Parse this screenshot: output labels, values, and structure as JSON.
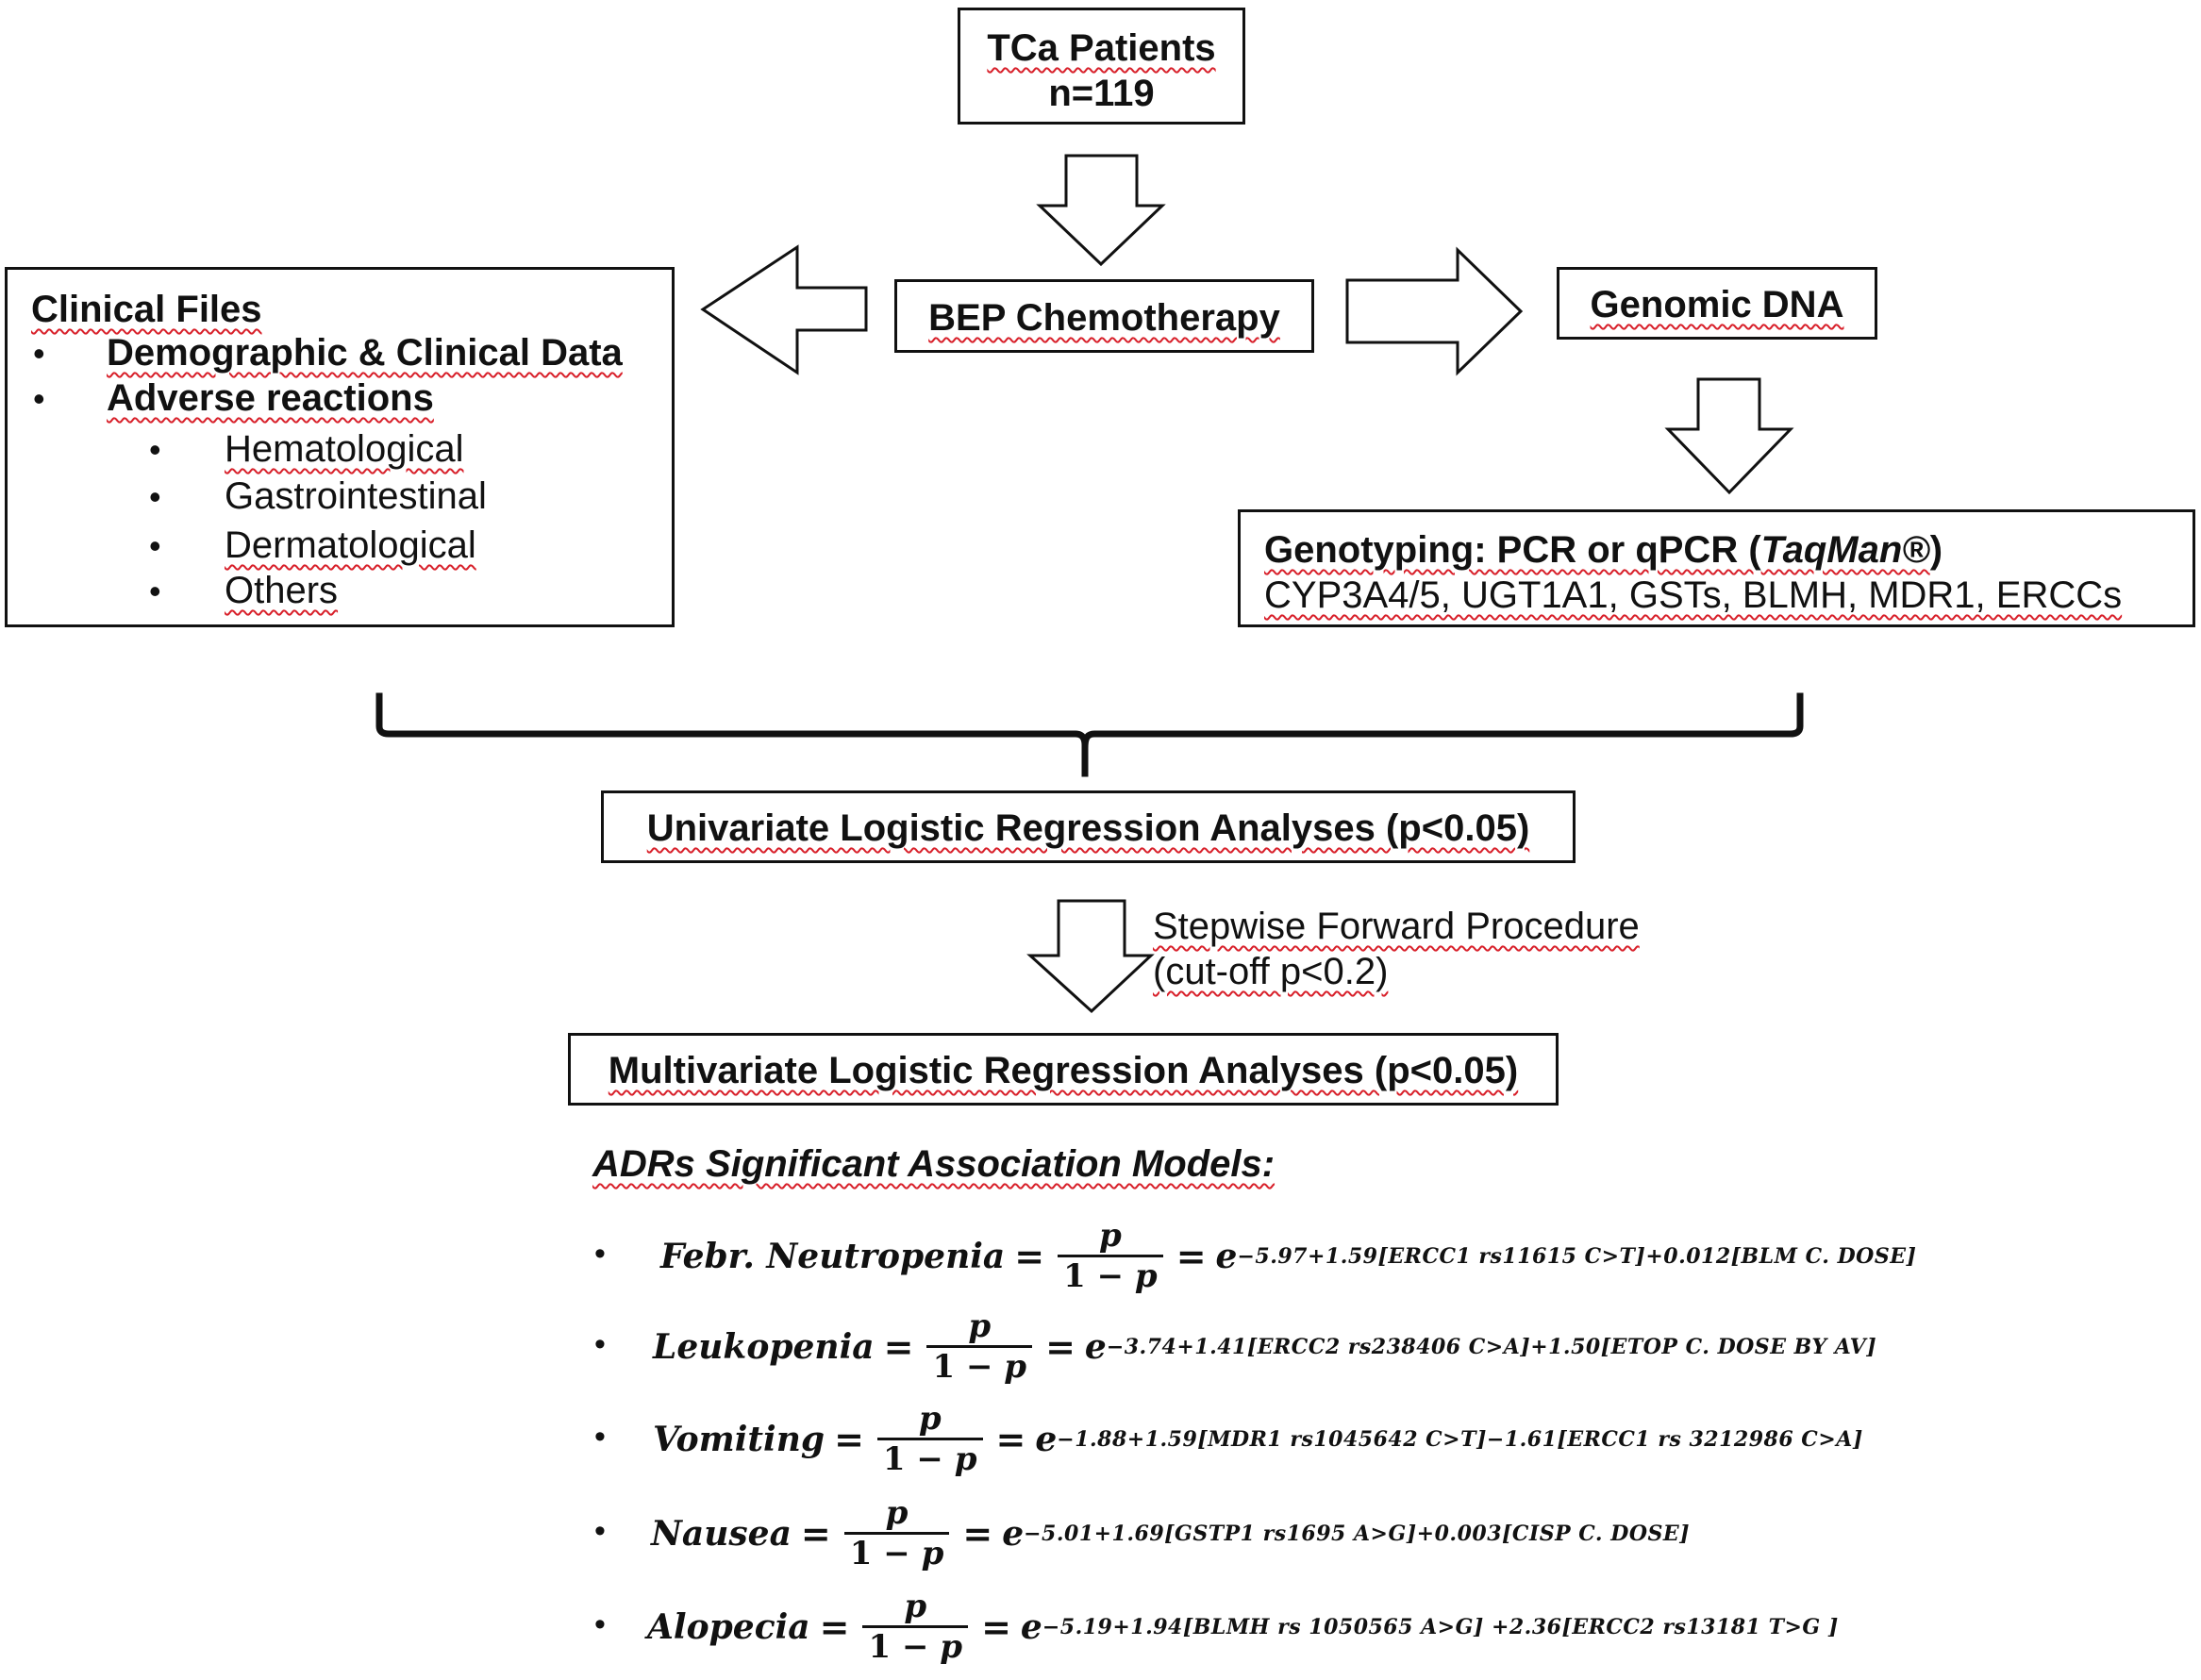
{
  "top": {
    "line1": "TCa Patients",
    "line2": "n=119"
  },
  "bep": {
    "label": "BEP Chemotherapy"
  },
  "genomic": {
    "label": "Genomic DNA"
  },
  "clinical": {
    "title": "Clinical Files",
    "bullet": "•",
    "items": [
      "Demographic & Clinical Data",
      "Adverse reactions"
    ],
    "subitems": [
      "Hematological",
      "Gastrointestinal",
      "Dermatological",
      "Others"
    ]
  },
  "genotyping": {
    "prefix": "Genotyping: PCR or qPCR (",
    "method": "TaqMan®",
    "suffix": ")",
    "genes": "CYP3A4/5, UGT1A1, GSTs, BLMH, MDR1, ERCCs"
  },
  "univariate": {
    "label": "Univariate Logistic Regression Analyses (p<0.05)"
  },
  "stepwise": {
    "line1": "Stepwise Forward Procedure",
    "line2": "(cut-off p<0.2)"
  },
  "multivariate": {
    "label": "Multivariate Logistic Regression Analyses (p<0.05)"
  },
  "models": {
    "title": "ADRs Significant Association Models:",
    "equals": "=",
    "numerator": "p",
    "denominator_prefix": "1 − ",
    "denominator_var": "p",
    "base": "e",
    "items": [
      {
        "lhs": "Febr. Neutropenia",
        "exponent": "−5.97+1.59[ERCC1 rs11615 C>T]+0.012[BLM C. DOSE]"
      },
      {
        "lhs": "Leukopenia",
        "exponent": "−3.74+1.41[ERCC2 rs238406 C>A]+1.50[ETOP C. DOSE BY AV]"
      },
      {
        "lhs": "Vomiting",
        "exponent": "−1.88+1.59[MDR1 rs1045642 C>T]−1.61[ERCC1 rs 3212986 C>A]"
      },
      {
        "lhs": "Nausea",
        "exponent": "−5.01+1.69[GSTP1 rs1695 A>G]+0.003[CISP C. DOSE]"
      },
      {
        "lhs": "Alopecia",
        "exponent": "−5.19+1.94[BLMH rs 1050565 A>G] +2.36[ERCC2 rs13181 T>G ]"
      }
    ]
  }
}
